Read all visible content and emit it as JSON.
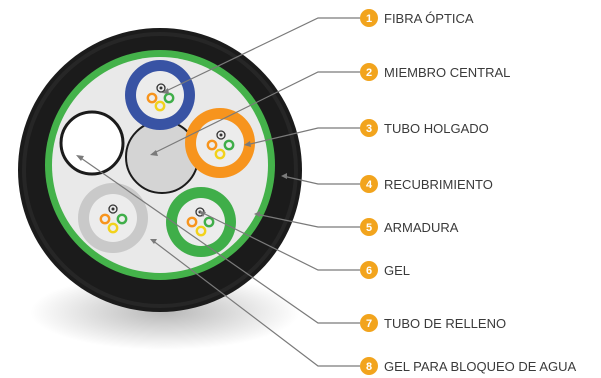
{
  "labels": [
    {
      "number": "1",
      "text": "FIBRA ÓPTICA"
    },
    {
      "number": "2",
      "text": "MIEMBRO CENTRAL"
    },
    {
      "number": "3",
      "text": "TUBO HOLGADO"
    },
    {
      "number": "4",
      "text": "RECUBRIMIENTO"
    },
    {
      "number": "5",
      "text": "ARMADURA"
    },
    {
      "number": "6",
      "text": "GEL"
    },
    {
      "number": "7",
      "text": "TUBO DE RELLENO"
    },
    {
      "number": "8",
      "text": "GEL PARA BLOQUEO DE AGUA"
    }
  ],
  "colors": {
    "badge": "#f2a41d",
    "leader_line": "#7a7a7a",
    "outer_jacket": "#1b1b1b",
    "armor_ring": "#44b24a",
    "gel_fill": "#e8e8e8",
    "tube_blue": "#3853a4",
    "tube_orange": "#f7941d",
    "tube_green": "#3fae49",
    "tube_gray": "#c9c9c9",
    "central_member": "#d3d3d3",
    "fiber_orange": "#f7941d",
    "fiber_yellow": "#f2d21b",
    "fiber_green": "#3fae49"
  }
}
